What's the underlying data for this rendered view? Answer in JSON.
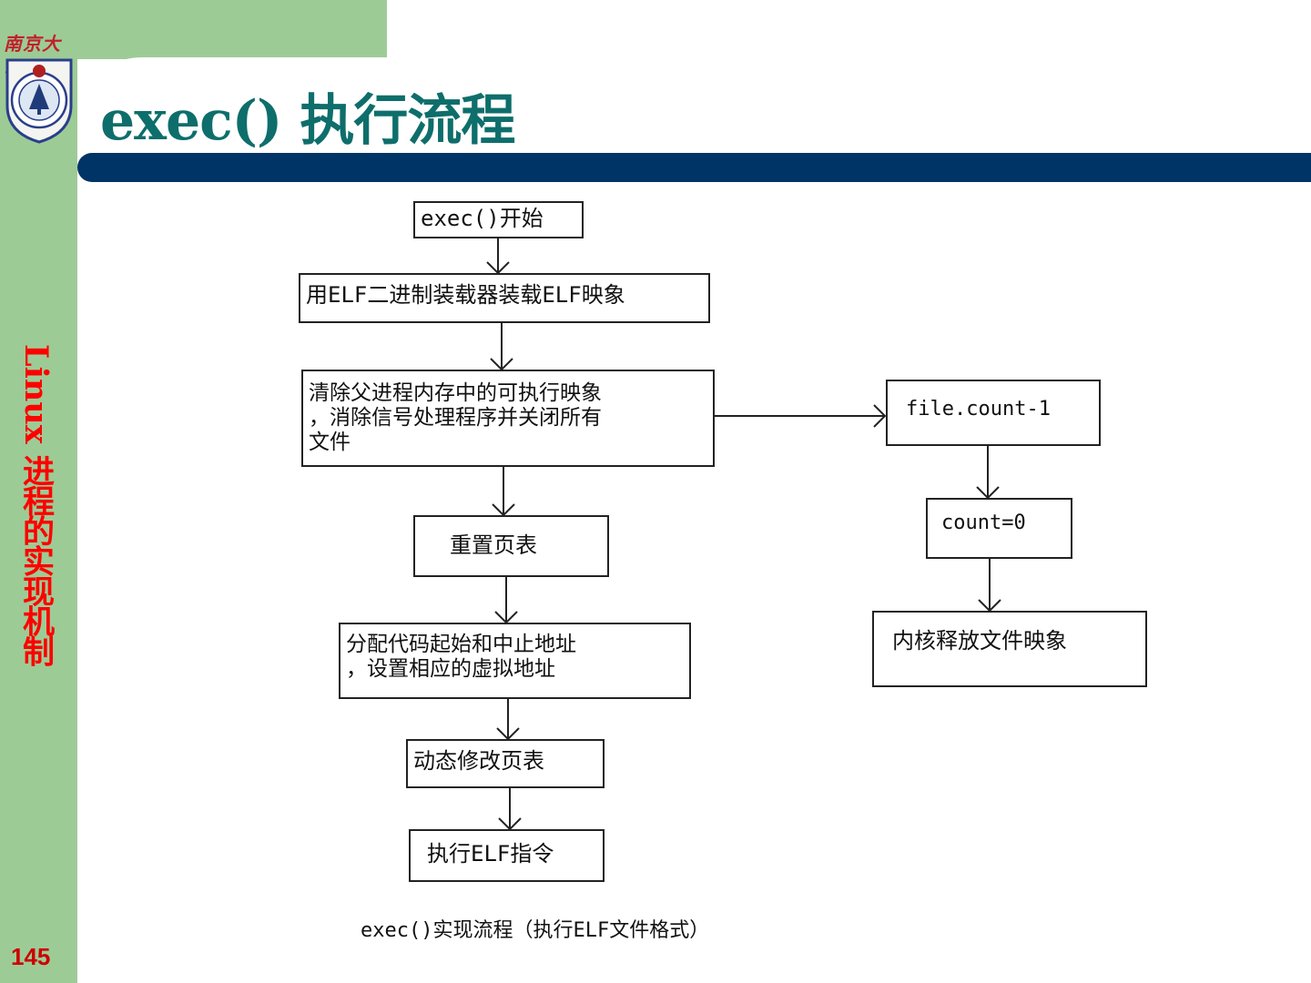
{
  "header": {
    "title": "exec() 执行流程",
    "university": "南京大学"
  },
  "sidebar": {
    "vertical_title_latin": "Linux ",
    "vertical_title_cjk": "进程的实现机制",
    "page_number": "145"
  },
  "diagram": {
    "nodes": {
      "start": "exec()开始",
      "load": "用ELF二进制装载器装载ELF映象",
      "clear": "清除父进程内存中的可执行映象\n，消除信号处理程序并关闭所有\n文件",
      "reset": "重置页表",
      "alloc": "分配代码起始和中止地址\n，设置相应的虚拟地址",
      "modify": "动态修改页表",
      "execute": "执行ELF指令",
      "file_count": "file.count-1",
      "count_zero": "count=0",
      "release": "内核释放文件映象"
    },
    "caption": "exec()实现流程（执行ELF文件格式）"
  }
}
